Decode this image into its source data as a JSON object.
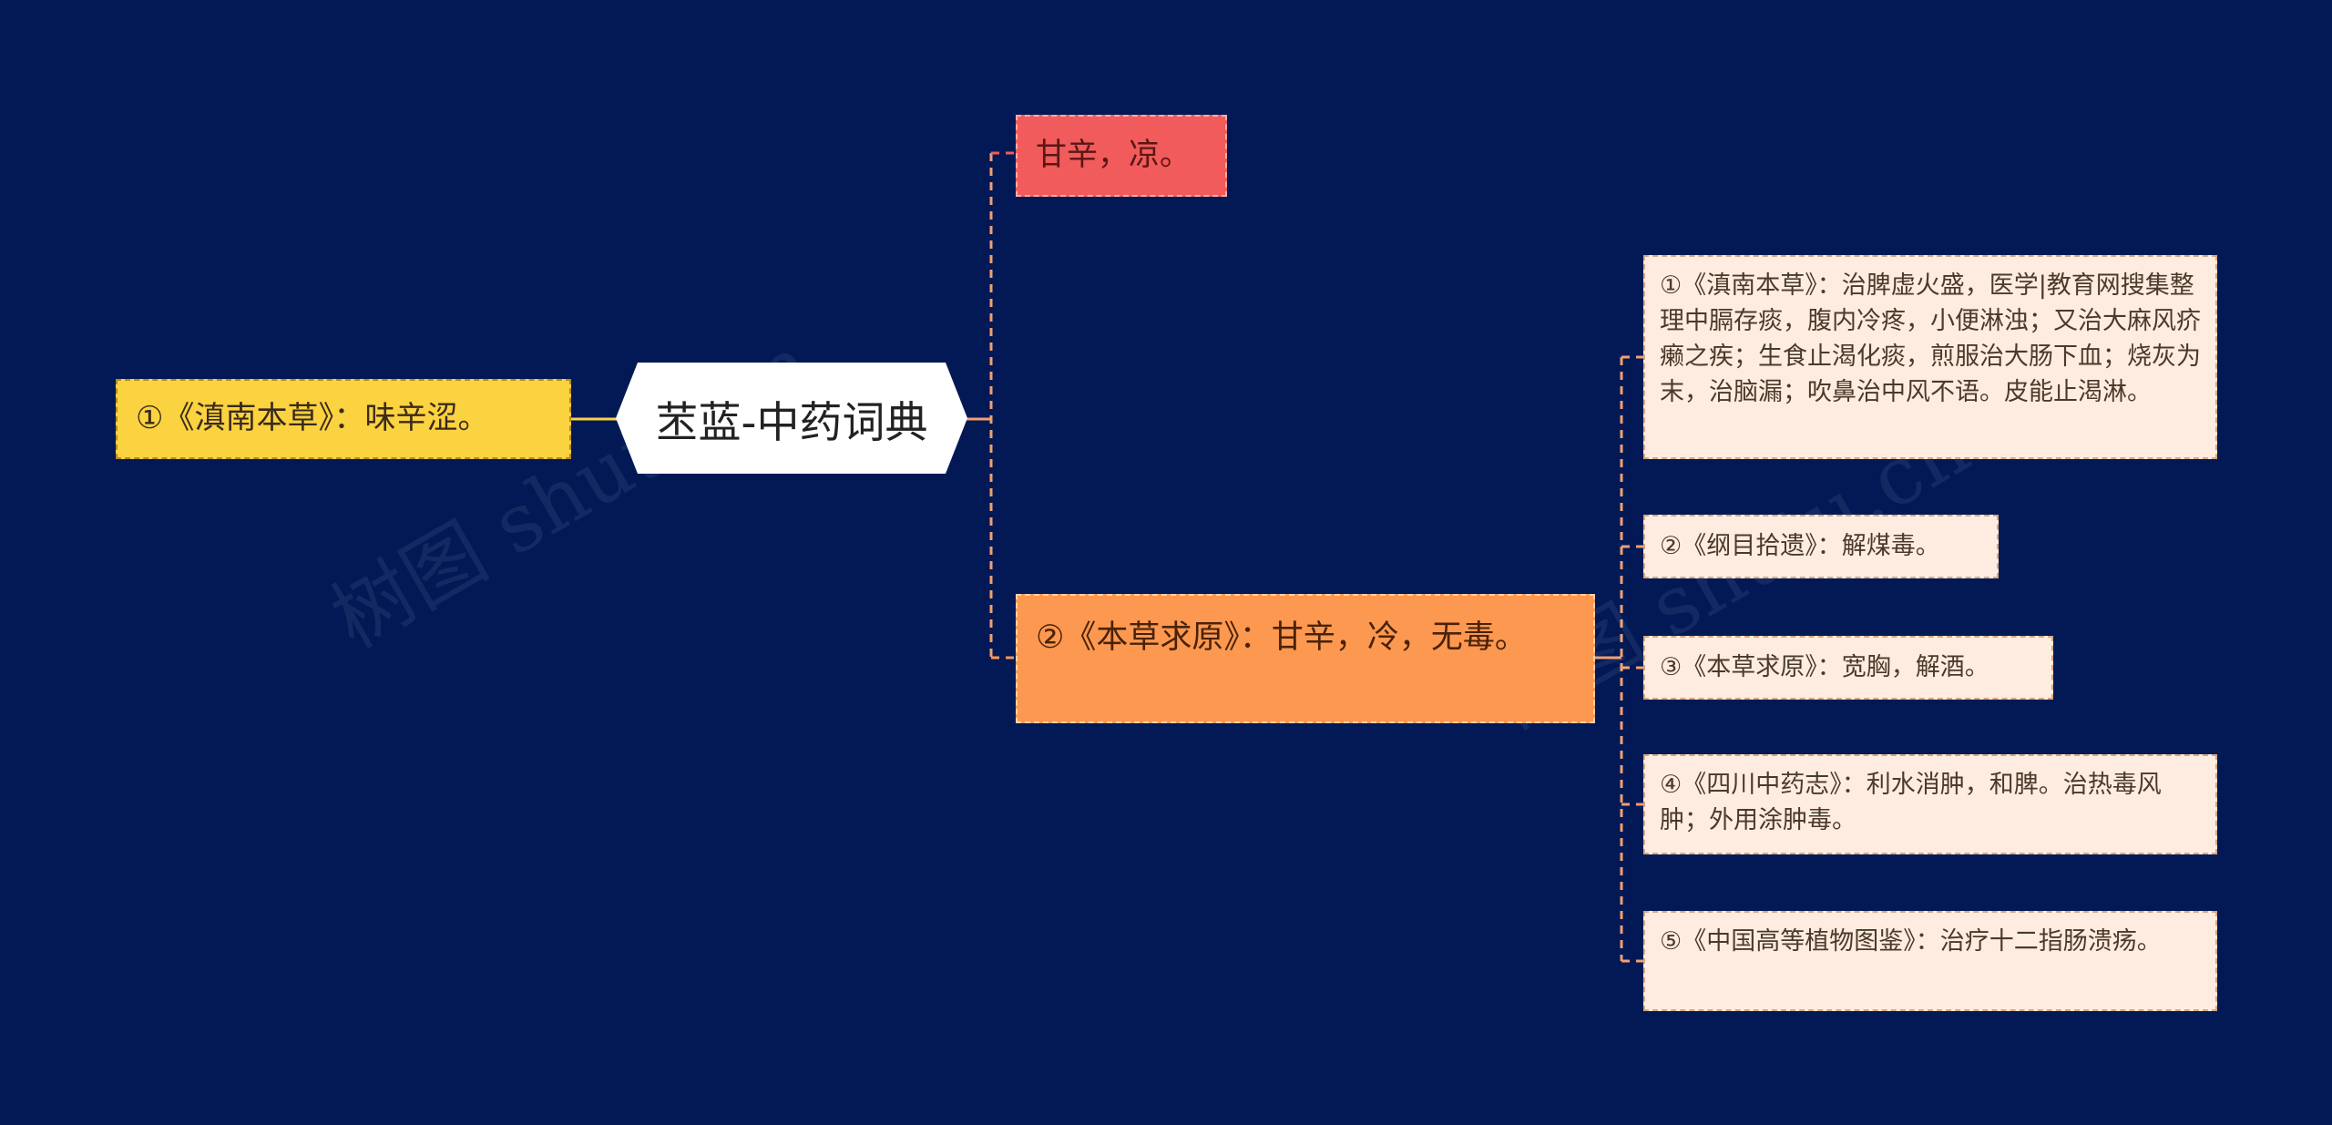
{
  "center": {
    "title": "苤蓝-中药词典"
  },
  "left": {
    "text": "①《滇南本草》：味辛涩。"
  },
  "right": {
    "top": {
      "text": "甘辛，凉。"
    },
    "mid": {
      "text": "②《本草求原》：甘辛，冷，无毒。"
    },
    "leaves": [
      {
        "text": "①《滇南本草》：治脾虚火盛，医学|教育网搜集整理中膈存痰，腹内冷疼，小便淋浊；又治大麻风疥癞之疾；生食止渴化痰，煎服治大肠下血；烧灰为末，治脑漏；吹鼻治中风不语。皮能止渴淋。"
      },
      {
        "text": "②《纲目拾遗》：解煤毒。"
      },
      {
        "text": "③《本草求原》：宽胸，解酒。"
      },
      {
        "text": "④《四川中药志》：利水消肿，和脾。治热毒风肿；外用涂肿毒。"
      },
      {
        "text": "⑤《中国高等植物图鉴》：治疗十二指肠溃疡。"
      }
    ]
  },
  "watermark": {
    "text": "树图 shutu.cn"
  },
  "colors": {
    "background": "#021956",
    "center": "#ffffff",
    "left": "#fbd240",
    "top": "#f25b5b",
    "mid": "#fd9850",
    "leaf": "#fdecdf",
    "link": "#f0a070"
  }
}
